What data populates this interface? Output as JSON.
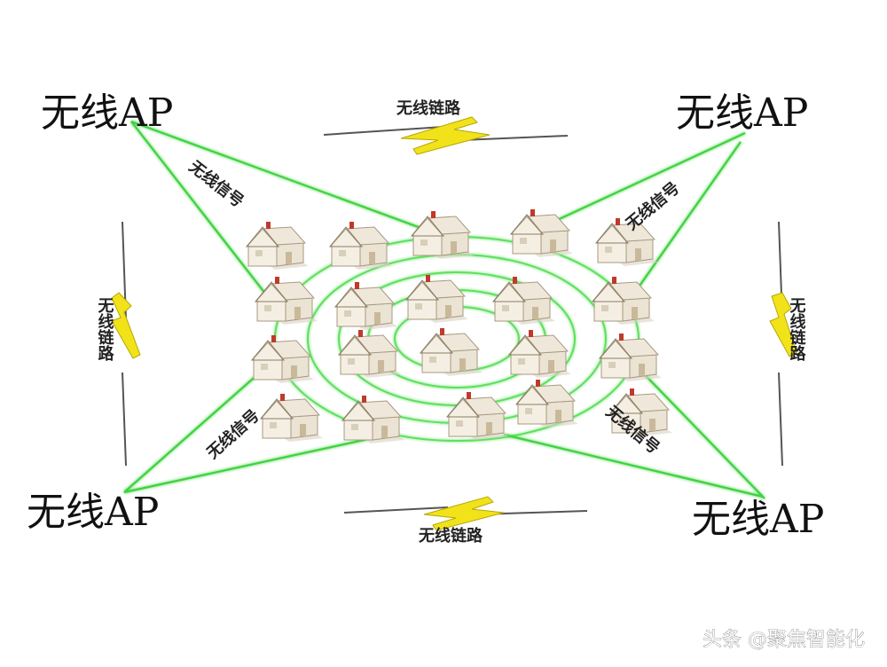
{
  "diagram": {
    "ap_label": "无线AP",
    "signal_label": "无线信号",
    "link_label": "无线链路",
    "colors": {
      "signal_line": "#3fd23f",
      "ring": "#5ee05e",
      "lightning": "#f2e21a",
      "lightning_edge": "#b5a800",
      "house_wall": "#f3ecdf",
      "house_roof": "#e9e2d6",
      "house_shadow": "#b9a98c",
      "chimney": "#c0392b"
    }
  },
  "watermark": {
    "text": "头条 @聚焦智能化"
  }
}
